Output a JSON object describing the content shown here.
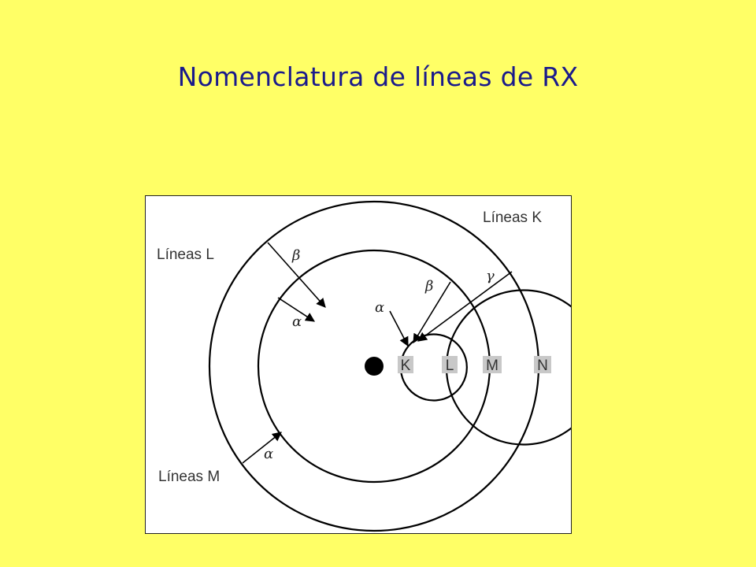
{
  "title": "Nomenclatura de líneas de RX",
  "diagram": {
    "series_labels": {
      "k": "Líneas K",
      "l": "Líneas L",
      "m": "Líneas M"
    },
    "shells": [
      "K",
      "L",
      "M",
      "N"
    ],
    "transitions": {
      "k_beta": "β",
      "k_alpha": "α",
      "k_gamma": "γ",
      "l_beta": "β",
      "l_alpha": "α",
      "m_alpha": "α"
    }
  },
  "colors": {
    "background": "#ffff66",
    "title": "#1a1a8c",
    "shell_box": "#c8c8c8"
  }
}
